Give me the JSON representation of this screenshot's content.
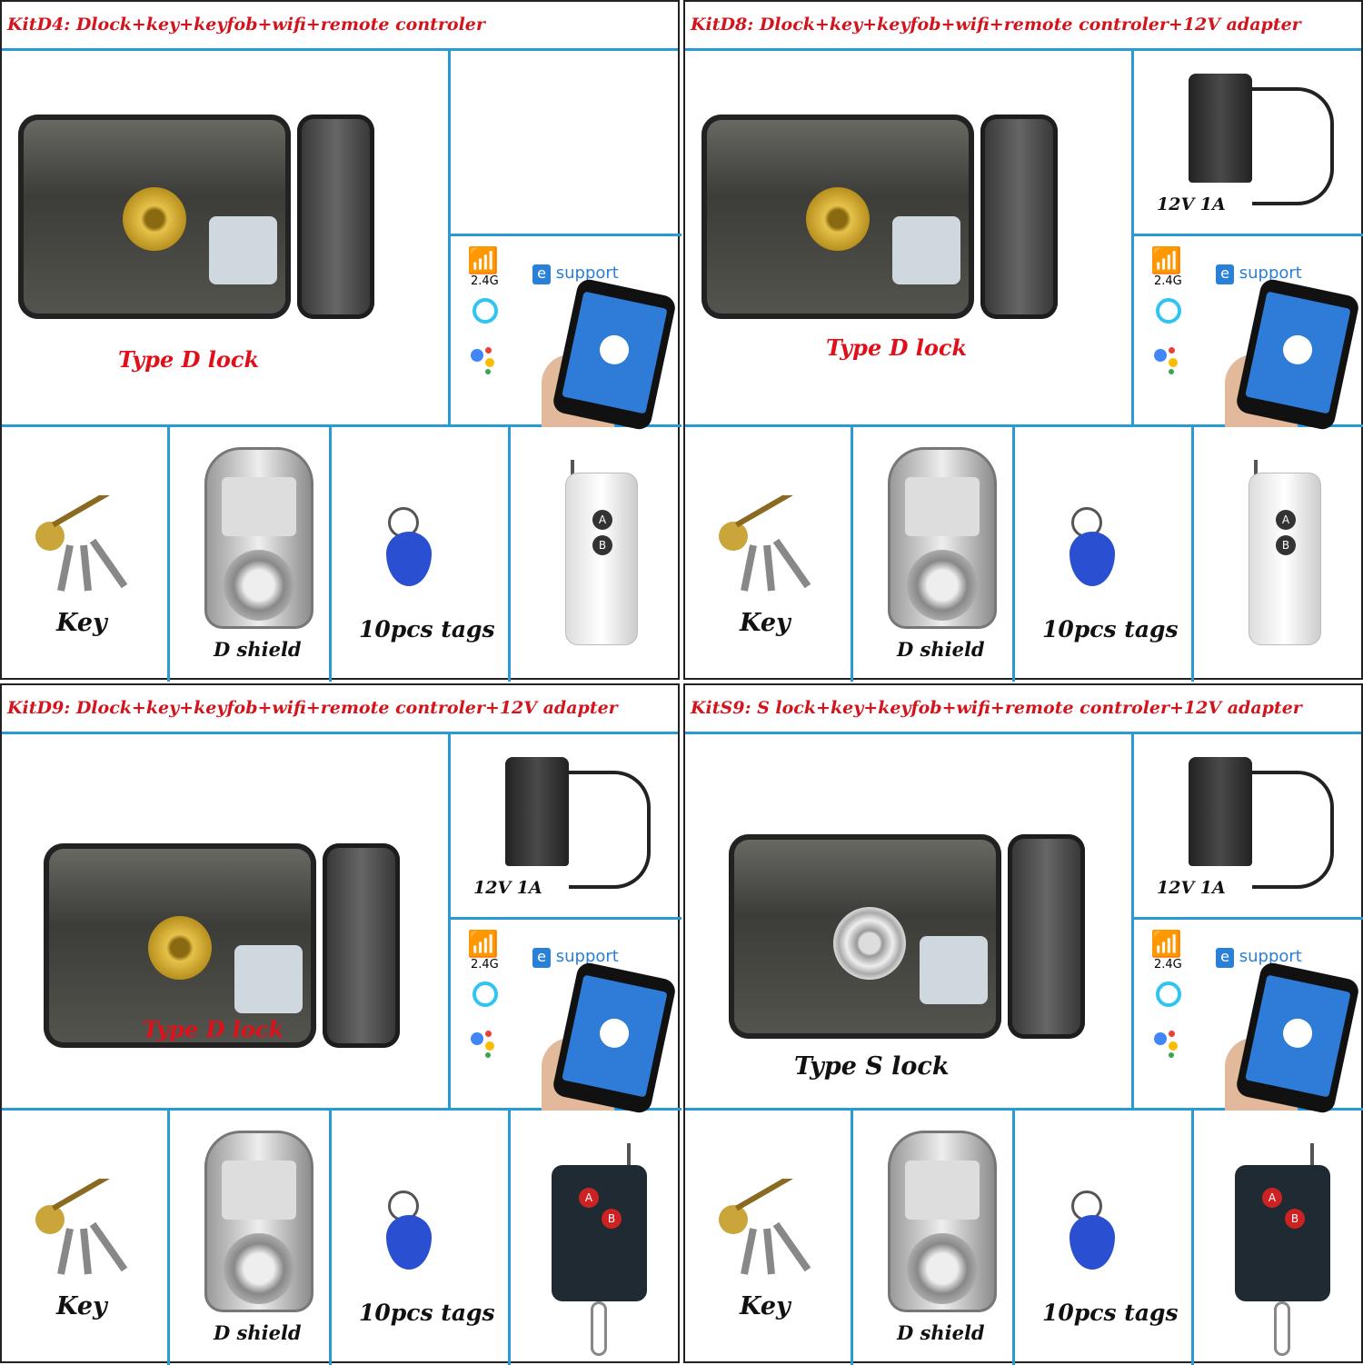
{
  "kits": [
    {
      "title": "KitD4: Dlock+key+keyfob+wifi+remote controler",
      "lock_label": "Type D lock",
      "lock_type": "D",
      "has_adapter": false,
      "adapter_label": "",
      "remote": "white"
    },
    {
      "title": "KitD8: Dlock+key+keyfob+wifi+remote controler+12V adapter",
      "lock_label": "Type D lock",
      "lock_type": "D",
      "has_adapter": true,
      "adapter_label": "12V 1A",
      "remote": "white"
    },
    {
      "title": "KitD9: Dlock+key+keyfob+wifi+remote controler+12V adapter",
      "lock_label": "Type D lock",
      "lock_type": "D",
      "has_adapter": true,
      "adapter_label": "12V 1A",
      "remote": "black"
    },
    {
      "title": "KitS9: S lock+key+keyfob+wifi+remote controler+12V adapter",
      "lock_label": "Type S lock",
      "lock_type": "S",
      "has_adapter": true,
      "adapter_label": "12V 1A",
      "remote": "black"
    }
  ],
  "common": {
    "key_label": "Key",
    "shield_label": "D shield",
    "tags_label": "10pcs tags",
    "wifi_band": "2.4G",
    "app_logo_e": "e",
    "app_logo_text": "support",
    "remote_btn_a": "A",
    "remote_btn_b": "B"
  },
  "colors": {
    "title_red": "#d3141c",
    "divider_blue": "#2a9ad6",
    "accent_gold": "#e6c24a",
    "tag_blue": "#2a4fd0"
  }
}
